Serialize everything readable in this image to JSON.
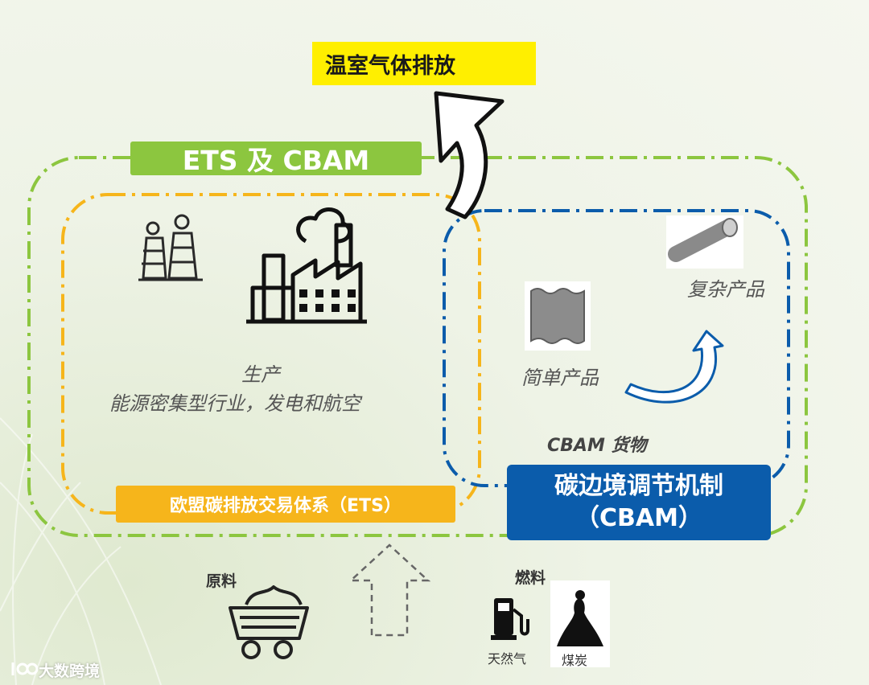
{
  "diagram": {
    "greenhouse_label": "温室气体排放",
    "ets_cbam_label": "ETS 及 CBAM",
    "production": {
      "title": "生产",
      "description": "能源密集型行业，发电和航空"
    },
    "ets_label": "欧盟碳排放交易体系（ETS）",
    "complex_product": "复杂产品",
    "simple_product": "简单产品",
    "cbam_goods": "CBAM 货物",
    "cbam_box": {
      "line1": "碳边境调节机制",
      "line2": "（CBAM）"
    },
    "raw_materials": "原料",
    "fuel": "燃料",
    "natural_gas": "天然气",
    "coal": "煤炭"
  },
  "watermark": "大数跨境",
  "colors": {
    "green": "#8cc63f",
    "orange": "#f6b51b",
    "blue": "#0b5cab",
    "yellow": "#ffef00"
  }
}
